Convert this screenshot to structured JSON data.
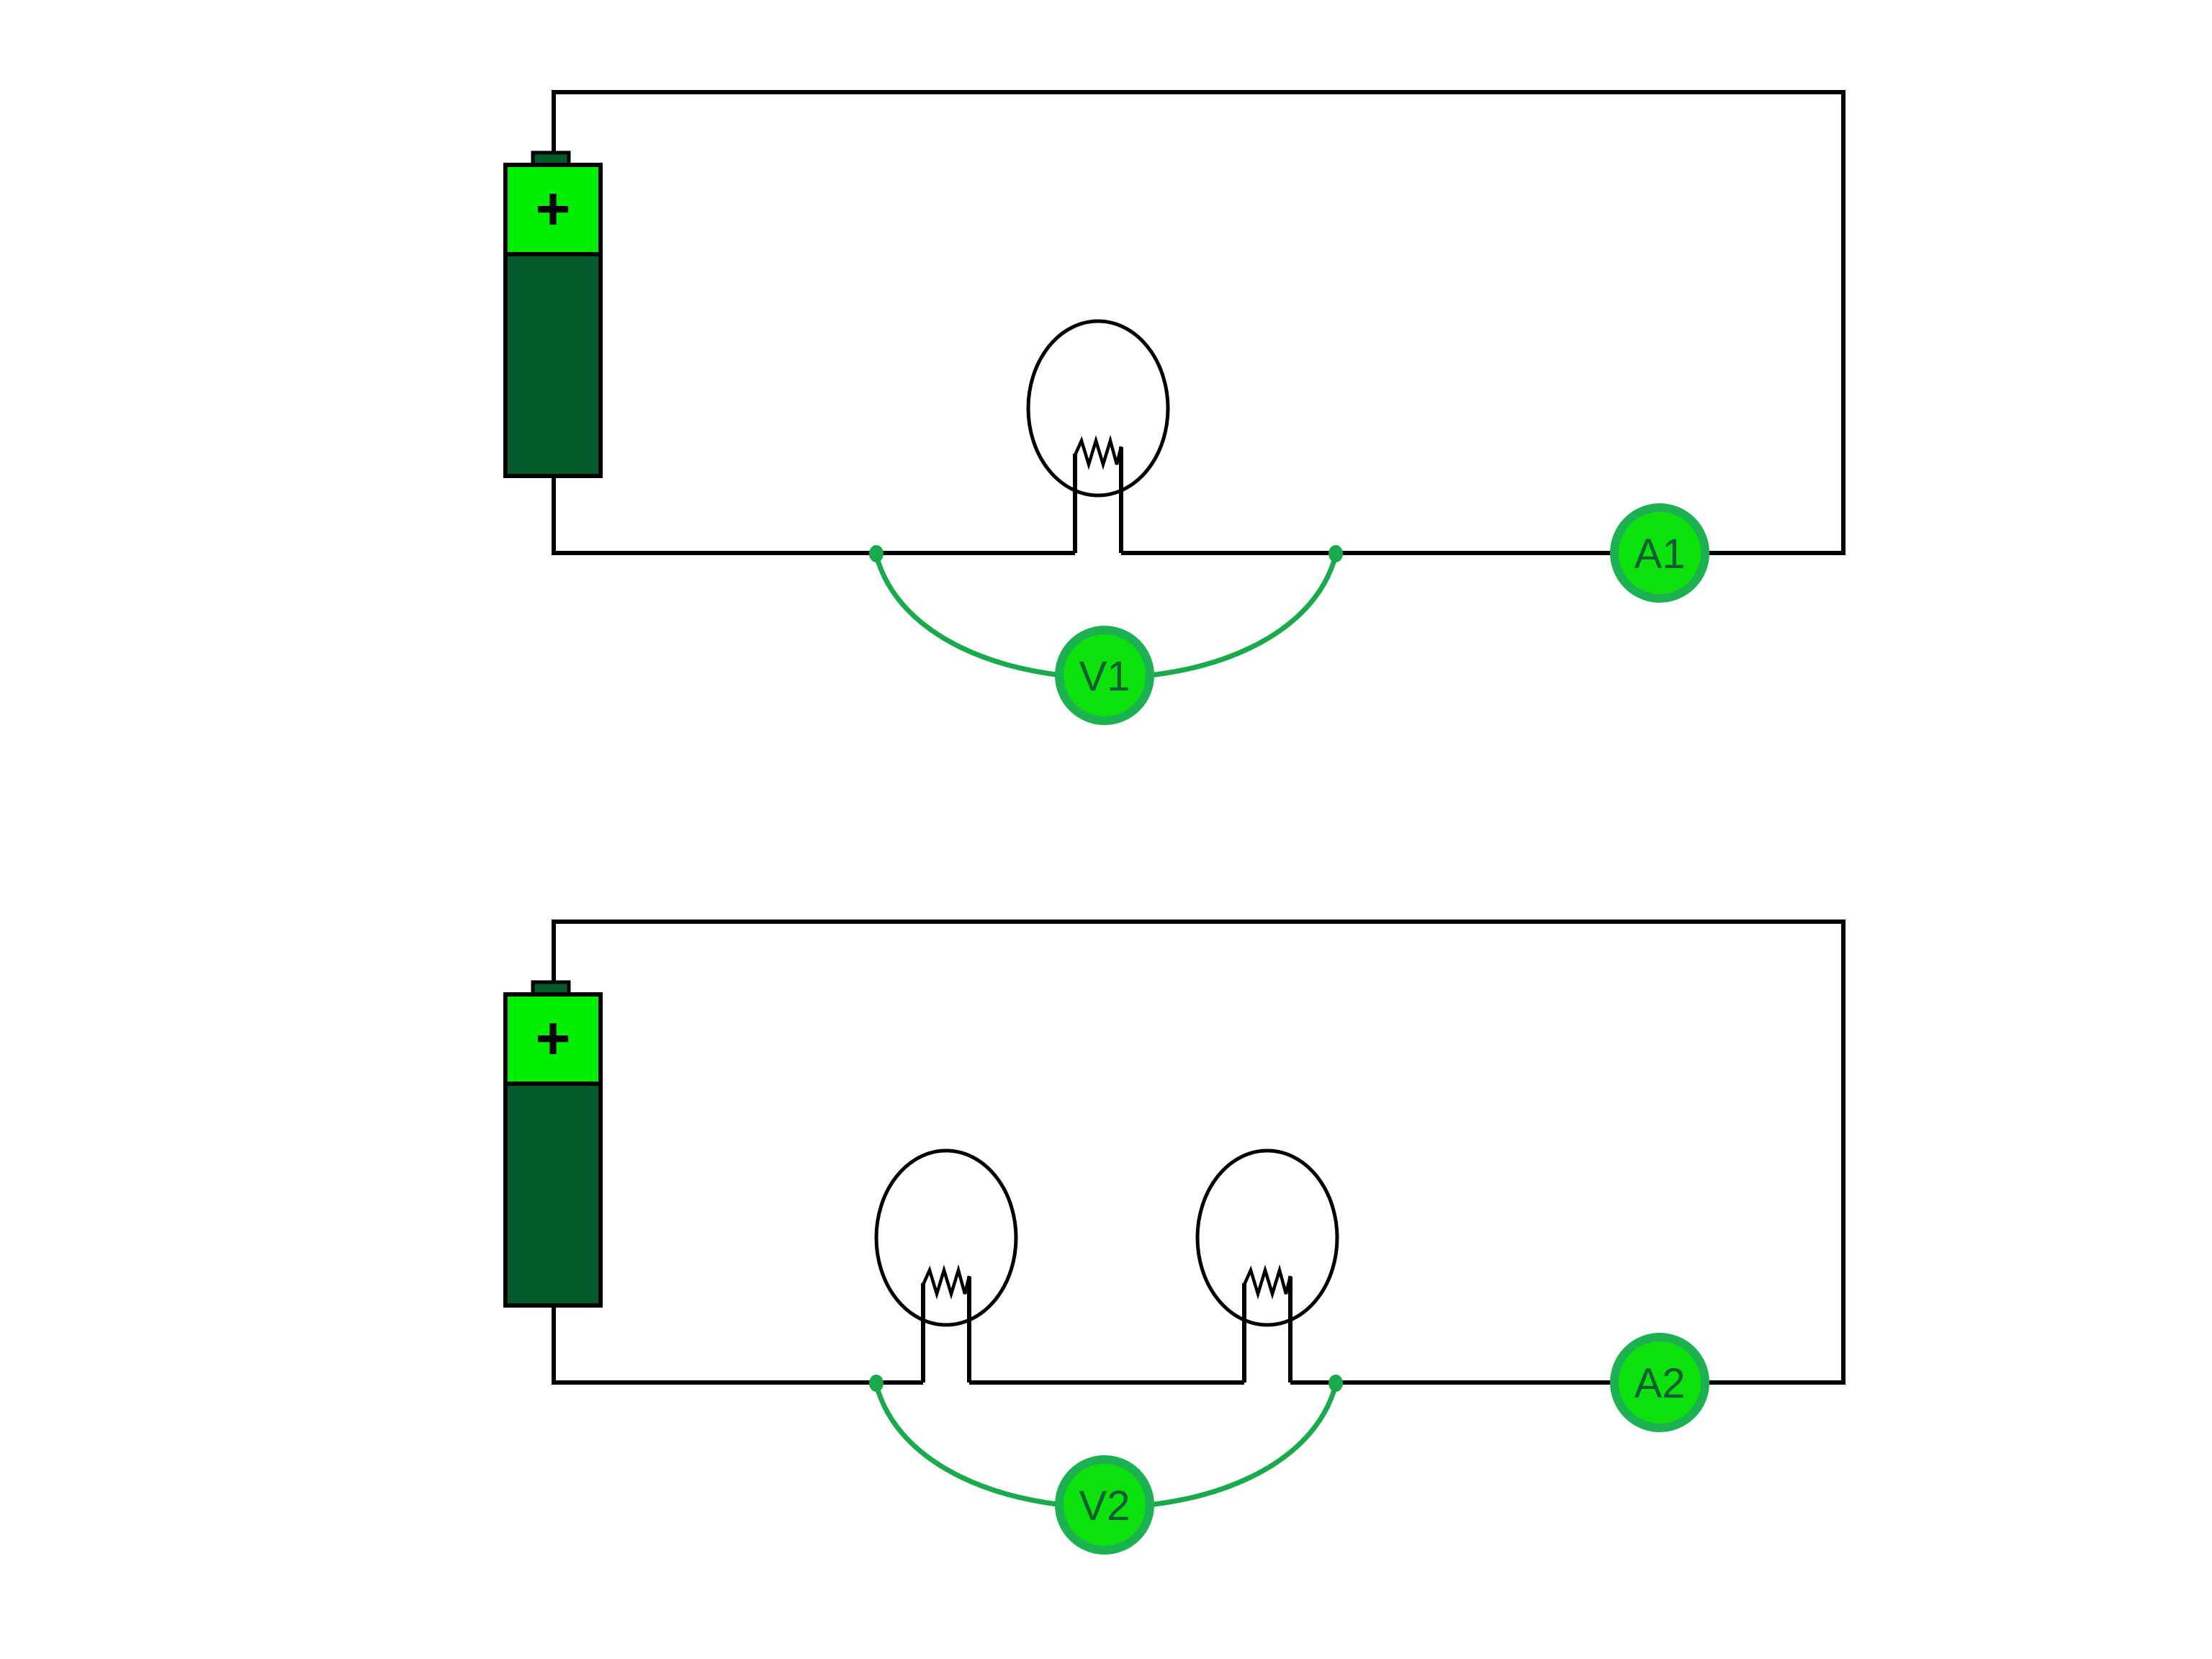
{
  "colors": {
    "background": "#ffffff",
    "wire_black": "#000000",
    "battery_bright": "#00ef00",
    "battery_dark": "#015b2a",
    "meter_fill": "#0ce10c",
    "meter_border": "#1cb151",
    "probe_green": "#18aa4d",
    "label_text": "#0c5d33"
  },
  "circuits": [
    {
      "id": "circuit-1",
      "battery_polarity": "+",
      "bulb_count": 1,
      "ammeter_label": "A1",
      "voltmeter_label": "V1"
    },
    {
      "id": "circuit-2",
      "battery_polarity": "+",
      "bulb_count": 2,
      "ammeter_label": "A2",
      "voltmeter_label": "V2"
    }
  ]
}
